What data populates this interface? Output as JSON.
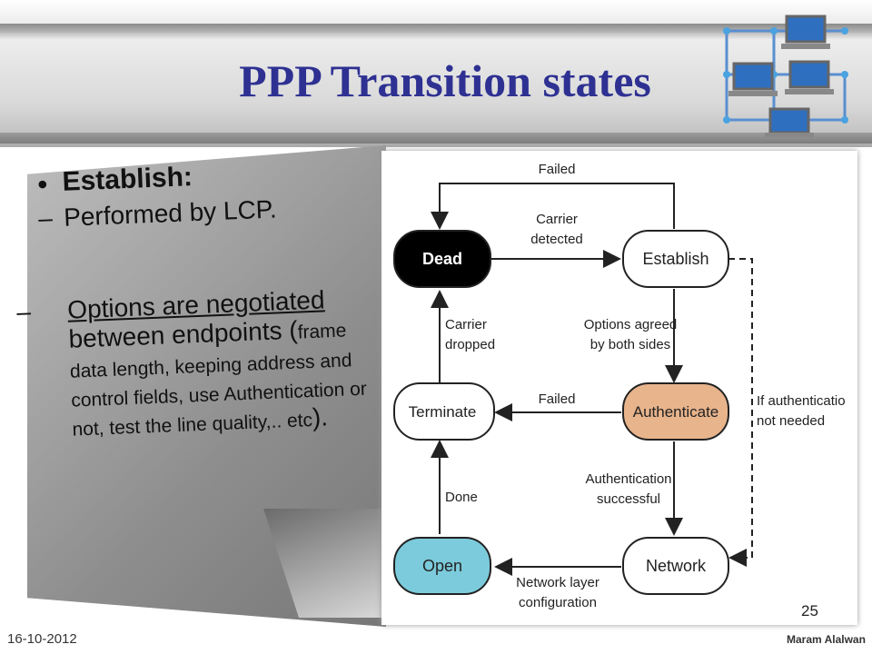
{
  "slide": {
    "title": "PPP Transition states",
    "page_number": "25",
    "date": "16-10-2012",
    "author": "Maram Alalwan"
  },
  "bullets": {
    "heading": "Establish:",
    "sub1": "Performed by LCP.",
    "sub2_underlined": "Options are negotiated",
    "sub2_rest": " between endpoints (",
    "sub2_small": "frame data length, keeping address and control fields, use Authentication or not, test the line quality,.. etc",
    "sub2_close": ")."
  },
  "diagram": {
    "states": {
      "dead": "Dead",
      "establish": "Establish",
      "authenticate": "Authenticate",
      "network": "Network",
      "open": "Open",
      "terminate": "Terminate"
    },
    "labels": {
      "failed_top": "Failed",
      "carrier_detected_1": "Carrier",
      "carrier_detected_2": "detected",
      "options_agreed_1": "Options agreed",
      "options_agreed_2": "by both sides",
      "carrier_dropped_1": "Carrier",
      "carrier_dropped_2": "dropped",
      "failed_mid": "Failed",
      "if_auth_1": "If authenticatio",
      "if_auth_2": "not needed",
      "auth_success_1": "Authentication",
      "auth_success_2": "successful",
      "done": "Done",
      "network_layer_1": "Network layer",
      "network_layer_2": "configuration"
    },
    "colors": {
      "dead": "#000000",
      "authenticate": "#e8b48c",
      "open": "#7ccbdc"
    }
  }
}
